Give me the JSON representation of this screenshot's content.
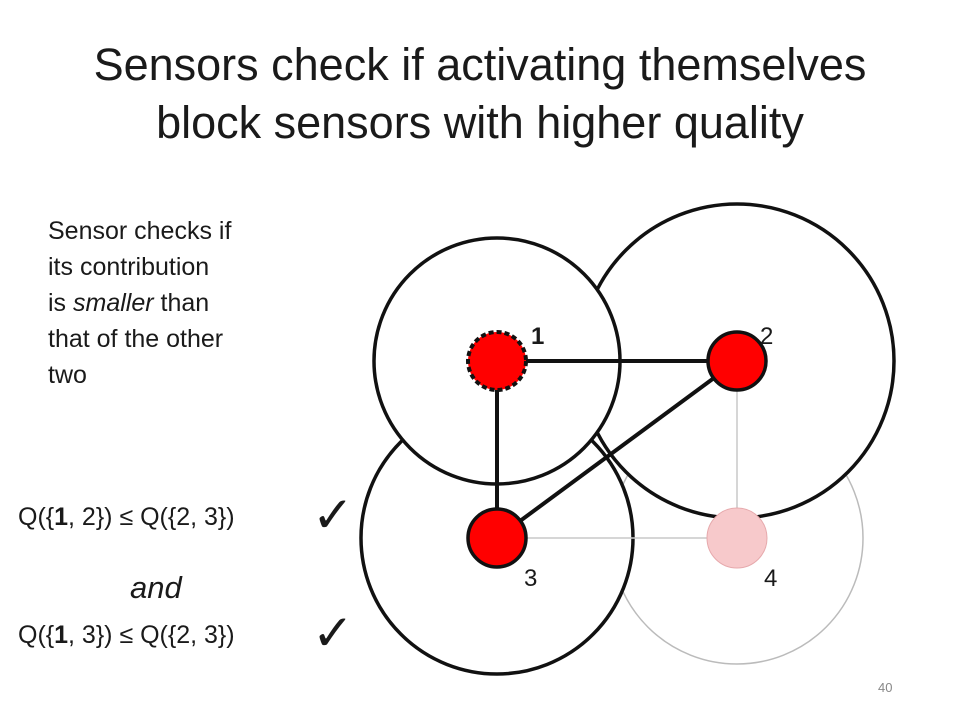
{
  "title_line1": "Sensors check if activating themselves",
  "title_line2": "block sensors with higher quality",
  "description": {
    "line1": "Sensor checks if",
    "line2": "its contribution",
    "line3_a": "is ",
    "line3_em": "smaller",
    "line3_b": " than",
    "line4": "that of the other",
    "line5": "two"
  },
  "formula1": {
    "prefix": "Q({",
    "bold": "1",
    "suffix": ", 2}) ≤ Q({2, 3})"
  },
  "formula2": {
    "prefix": "Q({",
    "bold": "1",
    "suffix": ", 3}) ≤ Q({2, 3})"
  },
  "and_label": "and",
  "checkmark": "✓",
  "nodes": {
    "n1": "1",
    "n2": "2",
    "n3": "3",
    "n4": "4"
  },
  "page_number": "40",
  "colors": {
    "active_node": "#ff0000",
    "inactive_node": "#f7c9cb",
    "edge": "#111111",
    "faint_edge": "#c8c8c8",
    "circle": "#111111",
    "faint_circle": "#bbbbbb"
  }
}
